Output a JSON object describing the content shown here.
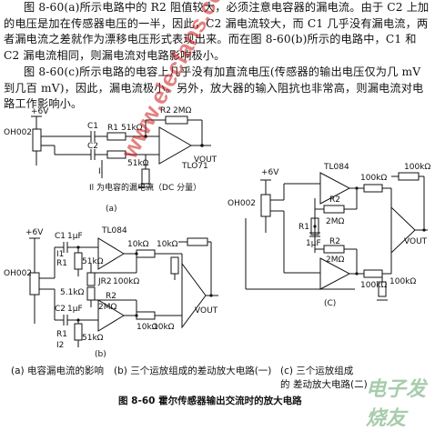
{
  "text": {
    "p1": "图 8-60(a)所示电路中的 R2 阻值较大，必须注意电容器的漏电流。由于 C2 上加的电压是加在传感器电压的一半，因此，C2 漏电流较大，而 C1 几乎没有漏电流，两者漏电流之差就作为漂移电压形式表现出来。而在图 8-60(b)所示的电路中，C1 和 C2 漏电流相同，则漏电流对电路影响极小。",
    "p2": "图 8-60(c)所示电路的电容上几乎没有加直流电压(传感器的输出电压仅为几 mV 到几百 mV)，因此，漏电流极小。另外，放大器的输入阻抗也非常高，则漏电流对电路工作影响小。"
  },
  "fig_a": {
    "supply": "+6V",
    "sensor": "OH002",
    "c1": "C1",
    "c2": "C2",
    "r1": "R1",
    "r1_val": "51kΩ",
    "r1b_val": "51kΩ",
    "r2": "R2",
    "r2_val": "2MΩ",
    "amp": "TLO71",
    "vout": "VOUT",
    "il": "Il",
    "note": "Il 为电容的漏电流（DC 分量）",
    "label": "(a)"
  },
  "fig_b": {
    "supply": "+6V",
    "sensor": "OH002",
    "c1": "C1",
    "c1_val": "1μF",
    "c2": "C2",
    "c2_val": "1μF",
    "r1": "R1",
    "r1_val": "51kΩ",
    "r1b": "R1",
    "r1b_val": "51kΩ",
    "r2": "R2",
    "r2_val": "2MΩ",
    "jr": "JR2",
    "jr_val": "100kΩ",
    "r51": "5.1kΩ",
    "amp": "TL084",
    "r10a": "10kΩ",
    "r10b": "10kΩ",
    "r10c": "10kΩ",
    "r10d": "10kΩ",
    "il1": "I1",
    "il2": "I2",
    "vout": "VOUT",
    "label": "(b)"
  },
  "fig_c": {
    "supply": "+6V",
    "sensor": "OH002",
    "amp": "TL084",
    "r2a": "R2",
    "r2a_val": "2MΩ",
    "r2b": "R2",
    "r2b_val": "2MΩ",
    "r1": "R1",
    "c_val": "1μF",
    "r100a": "100kΩ",
    "r100b": "100kΩ",
    "r100c": "100kΩ",
    "r100d": "100kΩ",
    "vout": "VOUT",
    "label": "(C)"
  },
  "captions": {
    "a": "(a) 电容漏电流的影响",
    "b": "(b) 三个运放组成的差动放大电路(一)",
    "c": "(c) 三个运放组成的",
    "c2": "差动放大电路(二)"
  },
  "figure_title": "图 8-60   霍尔传感器输出交流时的放大电路",
  "watermark": "www.elecfans.com",
  "logo": "电子发烧友"
}
